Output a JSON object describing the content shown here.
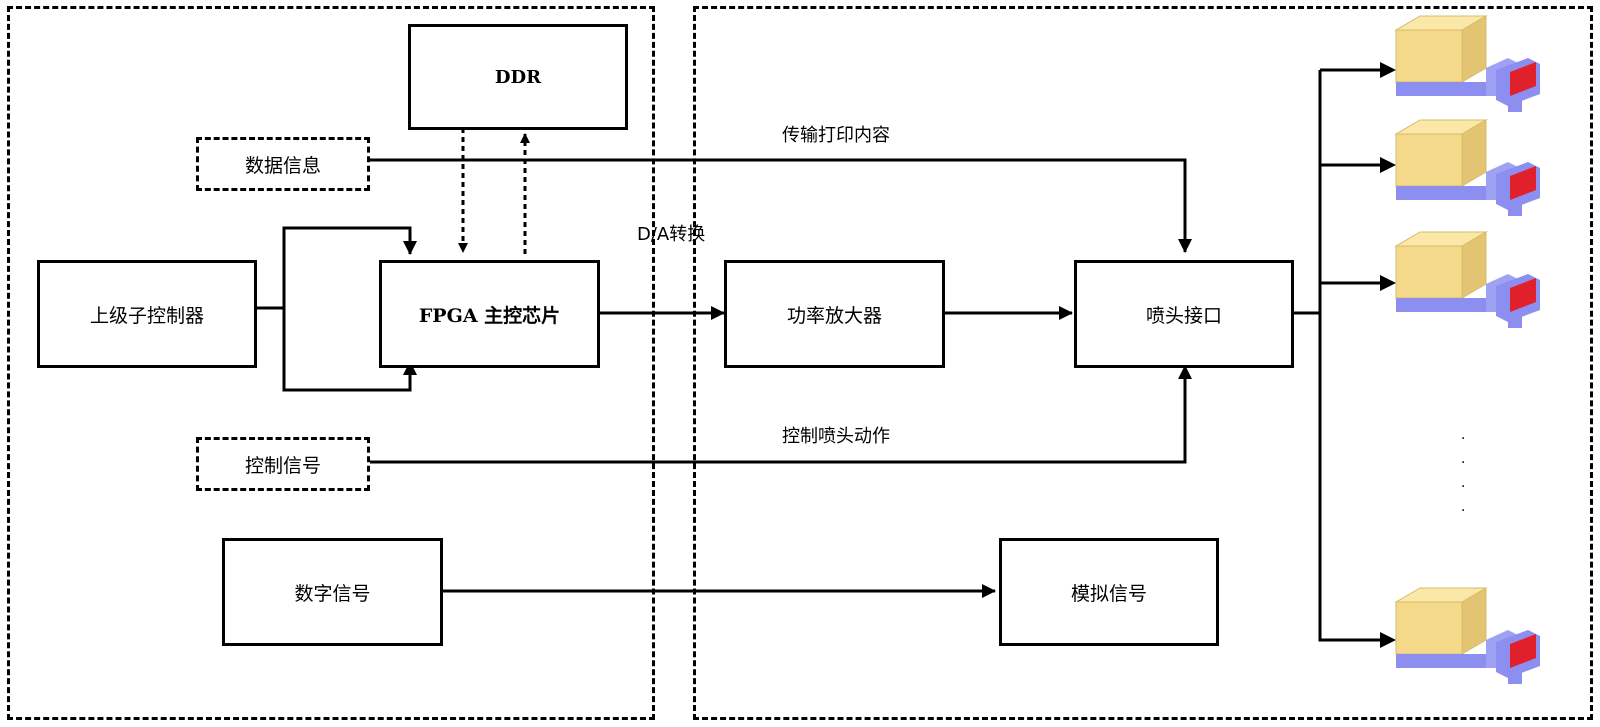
{
  "nodes": {
    "ddr": "DDR",
    "data_info": "数据信息",
    "upper_controller": "上级子控制器",
    "fpga": "FPGA 主控芯片",
    "control_signal": "控制信号",
    "digital_signal": "数字信号",
    "power_amp": "功率放大器",
    "nozzle_interface": "喷头接口",
    "analog_signal": "模拟信号"
  },
  "labels": {
    "transfer_print": "传输打印内容",
    "da_convert": "D/A转换",
    "control_nozzle": "控制喷头动作"
  },
  "ellipsis_dots": [
    ".",
    ".",
    ".",
    "."
  ],
  "nozzle_icons": [
    "printhead-icon",
    "printhead-icon",
    "printhead-icon",
    "printhead-icon"
  ],
  "colors": {
    "line": "#000000",
    "nozzle_top": "#f5d98a",
    "nozzle_base": "#8c8ff0",
    "nozzle_tip": "#e0202a"
  }
}
